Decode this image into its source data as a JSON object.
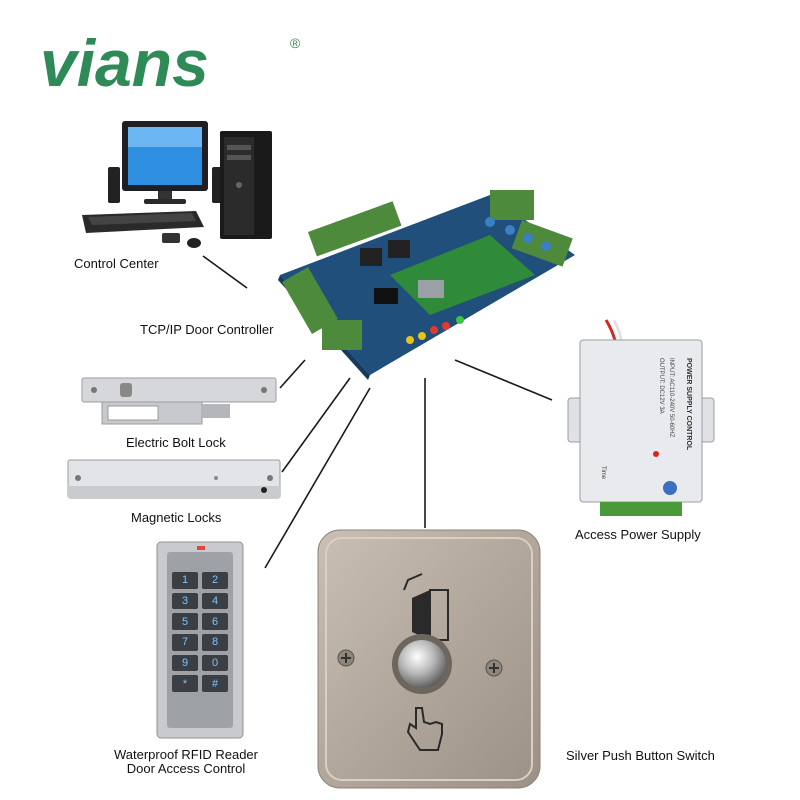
{
  "brand": {
    "name": "vians",
    "mark": "®",
    "color": "#2e8b57"
  },
  "labels": {
    "control_center": "Control Center",
    "controller": "TCP/IP Door Controller",
    "bolt_lock": "Electric Bolt Lock",
    "magnetic_locks": "Magnetic Locks",
    "rfid_line1": "Waterproof RFID Reader",
    "rfid_line2": "Door Access Control",
    "push_button": "Silver Push Button Switch",
    "power_supply": "Access Power Supply"
  },
  "power_supply_label": {
    "title": "POWER SUPPLY CONTROL",
    "line1": "INPUT: AC110-240V 50-60HZ",
    "line2": "OUTPUT: DC12V 3A",
    "time": "Time"
  },
  "keypad_keys": [
    "1",
    "2",
    "3",
    "4",
    "5",
    "6",
    "7",
    "8",
    "9",
    "0",
    "*",
    "#"
  ]
}
